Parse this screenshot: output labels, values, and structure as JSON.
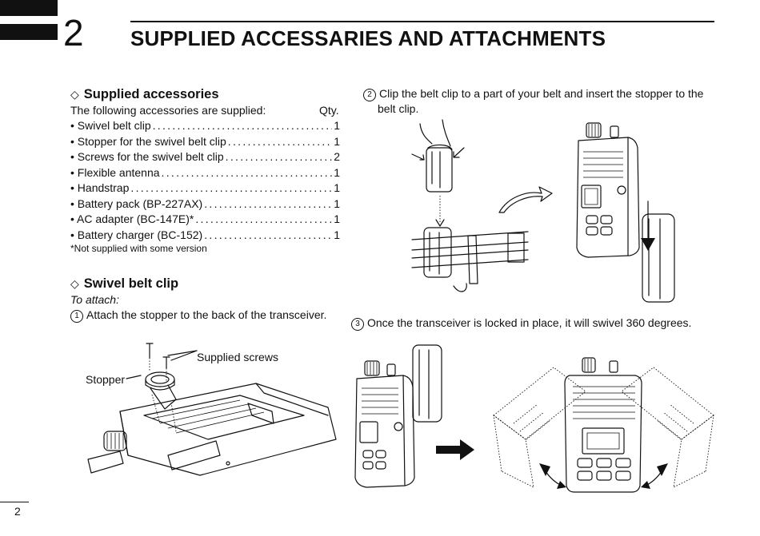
{
  "chapter": {
    "number": "2",
    "title": "SUPPLIED ACCESSARIES AND ATTACHMENTS"
  },
  "accessories": {
    "heading": "Supplied accessories",
    "intro": "The following accessories are supplied:",
    "qty_label": "Qty.",
    "items": [
      {
        "name": "• Swivel belt clip",
        "qty": "1"
      },
      {
        "name": "• Stopper for the swivel belt clip",
        "qty": "1"
      },
      {
        "name": "• Screws for the swivel belt clip",
        "qty": "2"
      },
      {
        "name": "• Flexible antenna",
        "qty": "1"
      },
      {
        "name": "• Handstrap",
        "qty": "1"
      },
      {
        "name": "• Battery pack (BP-227AX)",
        "qty": "1"
      },
      {
        "name": "• AC adapter (BC-147E)*",
        "qty": "1"
      },
      {
        "name": "• Battery charger (BC-152)",
        "qty": "1"
      }
    ],
    "footnote": "*Not supplied with some version"
  },
  "belt_clip": {
    "heading": "Swivel belt clip",
    "subheading": "To attach:",
    "steps": [
      {
        "num": "1",
        "text": "Attach the stopper to the back of the transceiver."
      },
      {
        "num": "2",
        "text": "Clip the belt clip to a part of your belt and insert the stopper to the",
        "text2": "belt clip."
      },
      {
        "num": "3",
        "text": "Once the transceiver is locked in place, it will swivel 360 degrees."
      }
    ],
    "labels": {
      "screws": "Supplied screws",
      "stopper": "Stopper"
    }
  },
  "page_number": "2"
}
